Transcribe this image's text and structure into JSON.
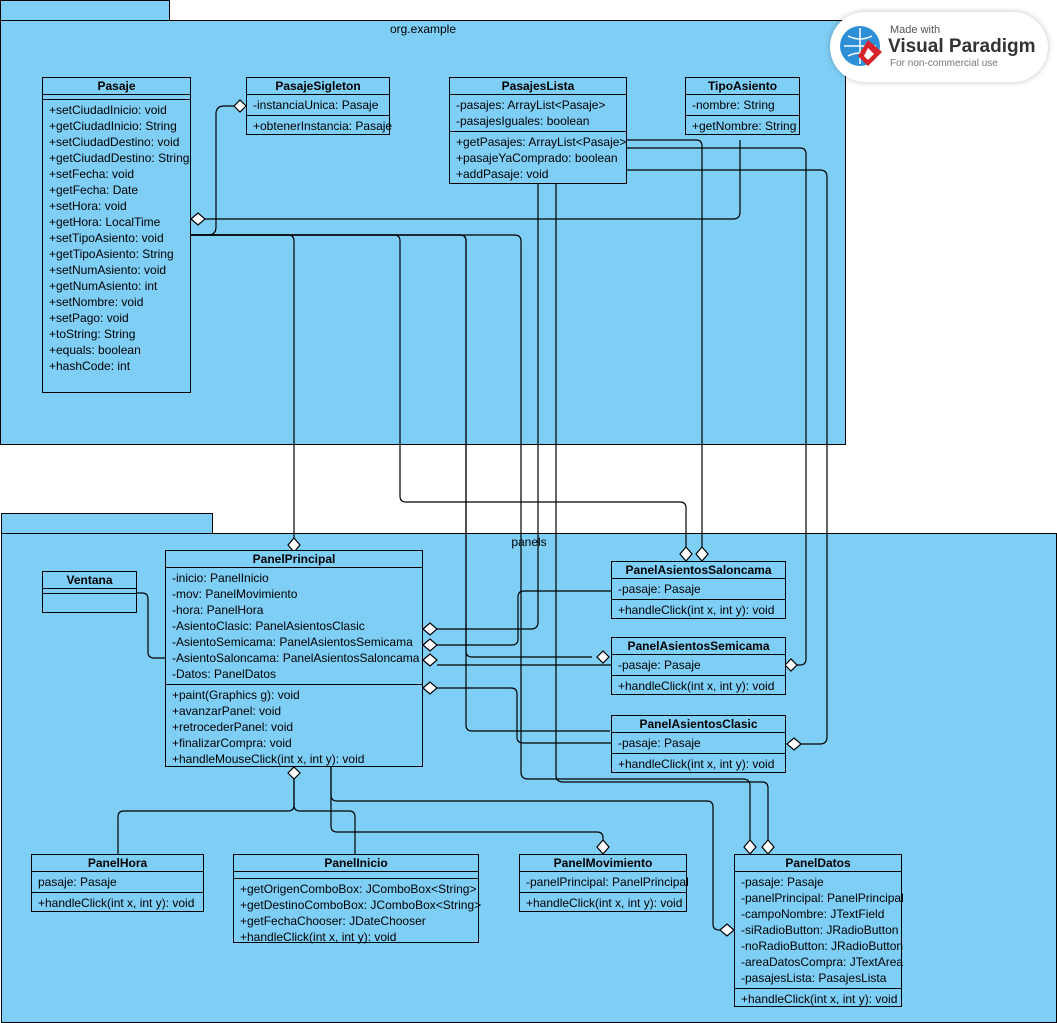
{
  "packages": {
    "org_example": {
      "name": "org.example"
    },
    "panels": {
      "name": "panels"
    }
  },
  "classes": {
    "pasaje": {
      "name": "Pasaje",
      "attributes": [],
      "operations": [
        "+setCiudadInicio: void",
        "+getCiudadInicio: String",
        "+setCiudadDestino: void",
        "+getCiudadDestino: String",
        "+setFecha: void",
        "+getFecha: Date",
        "+setHora: void",
        "+getHora: LocalTime",
        "+setTipoAsiento: void",
        "+getTipoAsiento: String",
        "+setNumAsiento: void",
        "+getNumAsiento: int",
        "+setNombre: void",
        "+setPago: void",
        "+toString: String",
        "+equals: boolean",
        "+hashCode: int"
      ]
    },
    "pasaje_sigleton": {
      "name": "PasajeSigleton",
      "attributes": [
        "-instanciaUnica: Pasaje"
      ],
      "operations": [
        "+obtenerInstancia: Pasaje"
      ]
    },
    "pasajes_lista": {
      "name": "PasajesLista",
      "attributes": [
        "-pasajes: ArrayList<Pasaje>",
        "-pasajesIguales: boolean"
      ],
      "operations": [
        "+getPasajes: ArrayList<Pasaje>",
        "+pasajeYaComprado: boolean",
        "+addPasaje: void"
      ]
    },
    "tipo_asiento": {
      "name": "TipoAsiento",
      "attributes": [
        "-nombre: String"
      ],
      "operations": [
        "+getNombre: String"
      ]
    },
    "ventana": {
      "name": "Ventana",
      "attributes": [],
      "operations": []
    },
    "panel_principal": {
      "name": "PanelPrincipal",
      "attributes": [
        "-inicio: PanelInicio",
        "-mov: PanelMovimiento",
        "-hora: PanelHora",
        "-AsientoClasic: PanelAsientosClasic",
        "-AsientoSemicama: PanelAsientosSemicama",
        "-AsientoSaloncama: PanelAsientosSaloncama",
        "-Datos: PanelDatos"
      ],
      "operations": [
        "+paint(Graphics g): void",
        "+avanzarPanel: void",
        "+retrocederPanel: void",
        "+finalizarCompra: void",
        "+handleMouseClick(int x, int y): void"
      ]
    },
    "panel_saloncama": {
      "name": "PanelAsientosSaloncama",
      "attributes": [
        "-pasaje: Pasaje"
      ],
      "operations": [
        "+handleClick(int x, int y): void"
      ]
    },
    "panel_semicama": {
      "name": "PanelAsientosSemicama",
      "attributes": [
        "-pasaje: Pasaje"
      ],
      "operations": [
        "+handleClick(int x, int y): void"
      ]
    },
    "panel_clasic": {
      "name": "PanelAsientosClasic",
      "attributes": [
        "-pasaje: Pasaje"
      ],
      "operations": [
        "+handleClick(int x, int y): void"
      ]
    },
    "panel_hora": {
      "name": "PanelHora",
      "attributes": [
        "pasaje: Pasaje"
      ],
      "operations": [
        "+handleClick(int x, int y): void"
      ]
    },
    "panel_inicio": {
      "name": "PanelInicio",
      "attributes": [],
      "operations": [
        "+getOrigenComboBox: JComboBox<String>",
        "+getDestinoComboBox: JComboBox<String>",
        "+getFechaChooser: JDateChooser",
        "+handleClick(int x, int y): void"
      ]
    },
    "panel_movimiento": {
      "name": "PanelMovimiento",
      "attributes": [
        "-panelPrincipal: PanelPrincipal"
      ],
      "operations": [
        "+handleClick(int x, int y): void"
      ]
    },
    "panel_datos": {
      "name": "PanelDatos",
      "attributes": [
        "-pasaje: Pasaje",
        "-panelPrincipal: PanelPrincipal",
        "-campoNombre: JTextField",
        "-siRadioButton: JRadioButton",
        "-noRadioButton: JRadioButton",
        "-areaDatosCompra: JTextArea",
        "-pasajesLista: PasajesLista"
      ],
      "operations": [
        "+handleClick(int x, int y): void"
      ]
    }
  },
  "watermark": {
    "made_with": "Made with",
    "brand": "Visual Paradigm",
    "subtitle": "For non-commercial use"
  }
}
